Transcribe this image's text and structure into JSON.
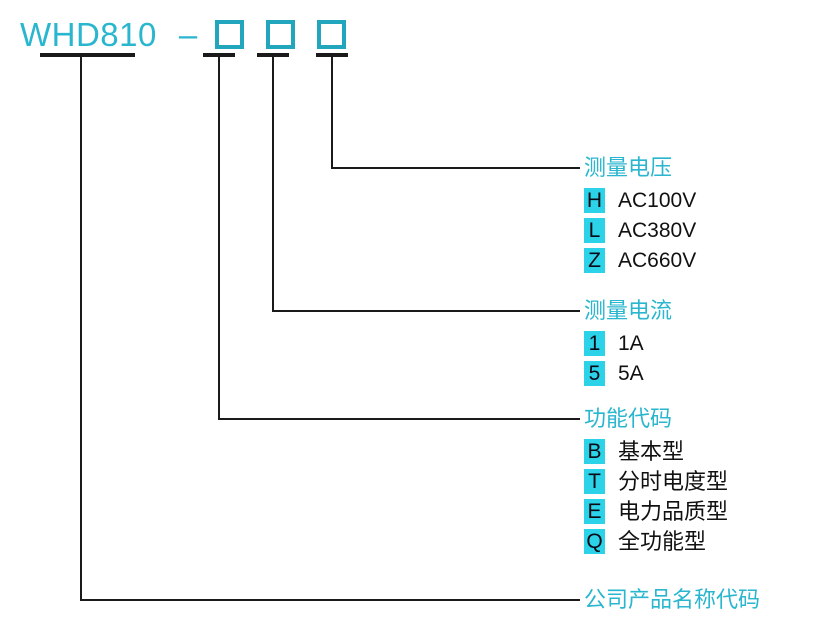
{
  "model": {
    "prefix": "WHD810",
    "dash": "–",
    "slots": [
      "slot-1",
      "slot-2",
      "slot-3"
    ]
  },
  "colors": {
    "accent_cyan": "#29b6ce",
    "badge_bg": "#2bd2e8",
    "box_border": "#22a6bd",
    "leader_line": "#1a1a1a",
    "desc_text": "#111111"
  },
  "groups": [
    {
      "key": "voltage",
      "title": "测量电压",
      "options": [
        {
          "code": "H",
          "desc": "AC100V"
        },
        {
          "code": "L",
          "desc": "AC380V"
        },
        {
          "code": "Z",
          "desc": "AC660V"
        }
      ]
    },
    {
      "key": "current",
      "title": "测量电流",
      "options": [
        {
          "code": "1",
          "desc": "1A"
        },
        {
          "code": "5",
          "desc": "5A"
        }
      ]
    },
    {
      "key": "function",
      "title": "功能代码",
      "options": [
        {
          "code": "B",
          "desc": "基本型"
        },
        {
          "code": "T",
          "desc": "分时电度型"
        },
        {
          "code": "E",
          "desc": "电力品质型"
        },
        {
          "code": "Q",
          "desc": "全功能型"
        }
      ]
    },
    {
      "key": "product_name",
      "title": "公司产品名称代码",
      "options": []
    }
  ]
}
